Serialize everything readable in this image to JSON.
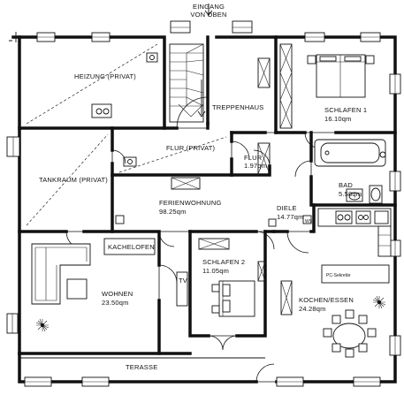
{
  "plan": {
    "entrance": [
      "EINGANG",
      "VON OBEN"
    ],
    "rooms": {
      "heizung": "HEIZUNG (PRIVAT)",
      "treppenhaus": "TREPPENHAUS",
      "schlafen1_name": "SCHLAFEN 1",
      "schlafen1_area": "16.10qm",
      "flur_privat": "FLUR (PRIVAT)",
      "flur_name": "FLUR",
      "flur_area": "1.97qm",
      "tankraum": "TANKRAUM (PRIVAT)",
      "bad_name": "BAD",
      "bad_area": "5.58qm",
      "ferien_name": "FERIENWOHNUNG",
      "ferien_area": "98.25qm",
      "diele_name": "DIELE",
      "diele_area": "14.77qm",
      "kachelofen": "KACHELOFEN",
      "schlafen2_name": "SCHLAFEN 2",
      "schlafen2_area": "11.05qm",
      "wohnen_name": "WOHNEN",
      "wohnen_area": "23.50qm",
      "tv": "TV",
      "kochen_name": "KOCHEN/ESSEN",
      "kochen_area": "24.28qm",
      "terasse": "TERASSE",
      "pc": "PC-Sekretär",
      "ws": "WS"
    }
  }
}
